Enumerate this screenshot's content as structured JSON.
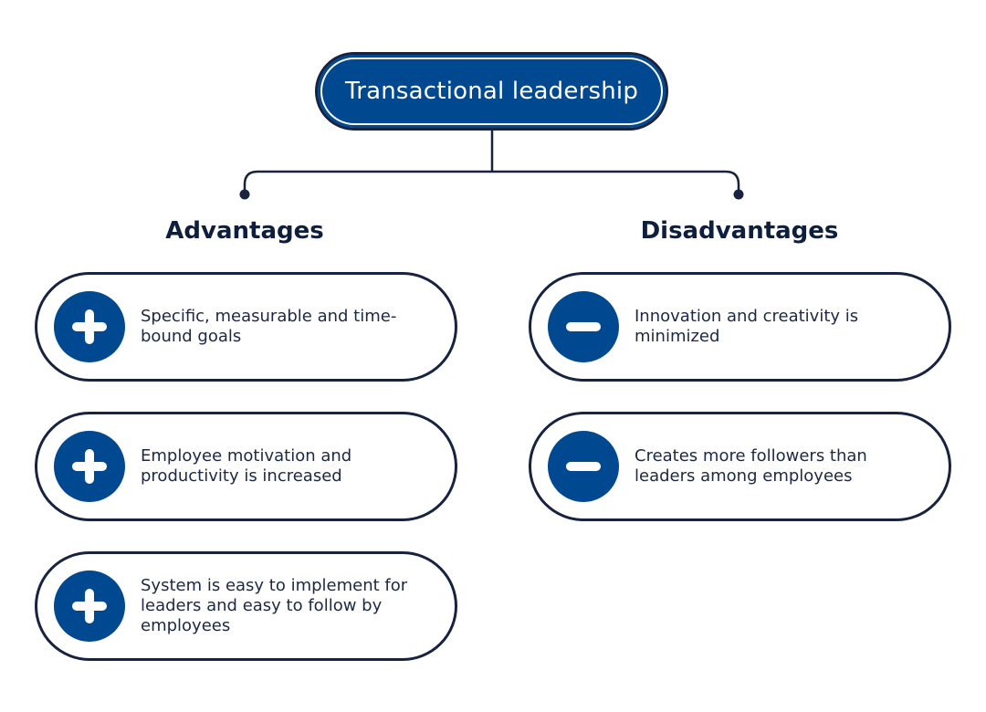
{
  "title": "Transactional leadership",
  "advantages": {
    "heading": "Advantages",
    "items": [
      "Specific, measurable and time-bound goals",
      "Employee motivation and productivity is increased",
      "System is easy to implement for leaders and easy to follow by employees"
    ]
  },
  "disadvantages": {
    "heading": "Disadvantages",
    "items": [
      "Innovation and creativity is minimized",
      "Creates more followers than leaders among employees"
    ]
  },
  "icons": {
    "advantage": "plus-icon",
    "disadvantage": "minus-icon"
  },
  "colors": {
    "primary": "#004890",
    "outline": "#17233f",
    "text": "#0d1f3c"
  }
}
